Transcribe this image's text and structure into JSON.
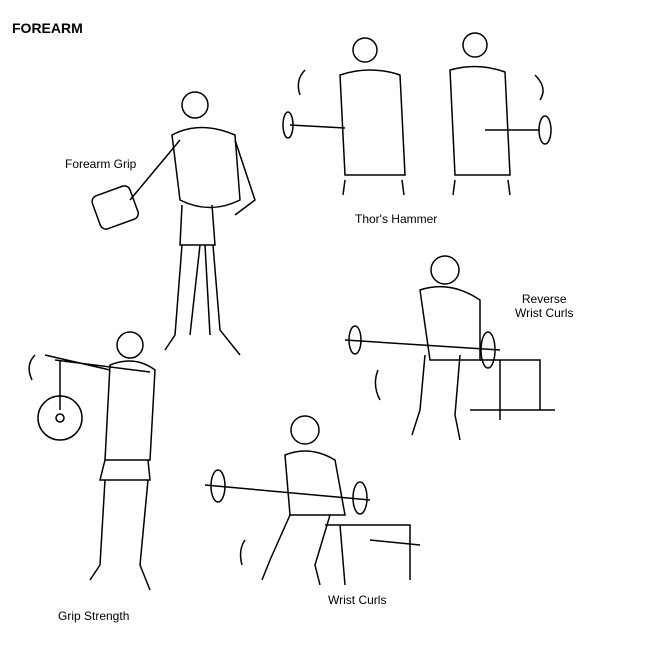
{
  "title": "FOREARM",
  "exercises": [
    {
      "name": "Forearm Grip"
    },
    {
      "name": "Thor's Hammer"
    },
    {
      "name": "Reverse\nWrist Curls",
      "line1": "Reverse",
      "line2": "Wrist Curls"
    },
    {
      "name": "Grip Strength"
    },
    {
      "name": "Wrist Curls"
    }
  ]
}
